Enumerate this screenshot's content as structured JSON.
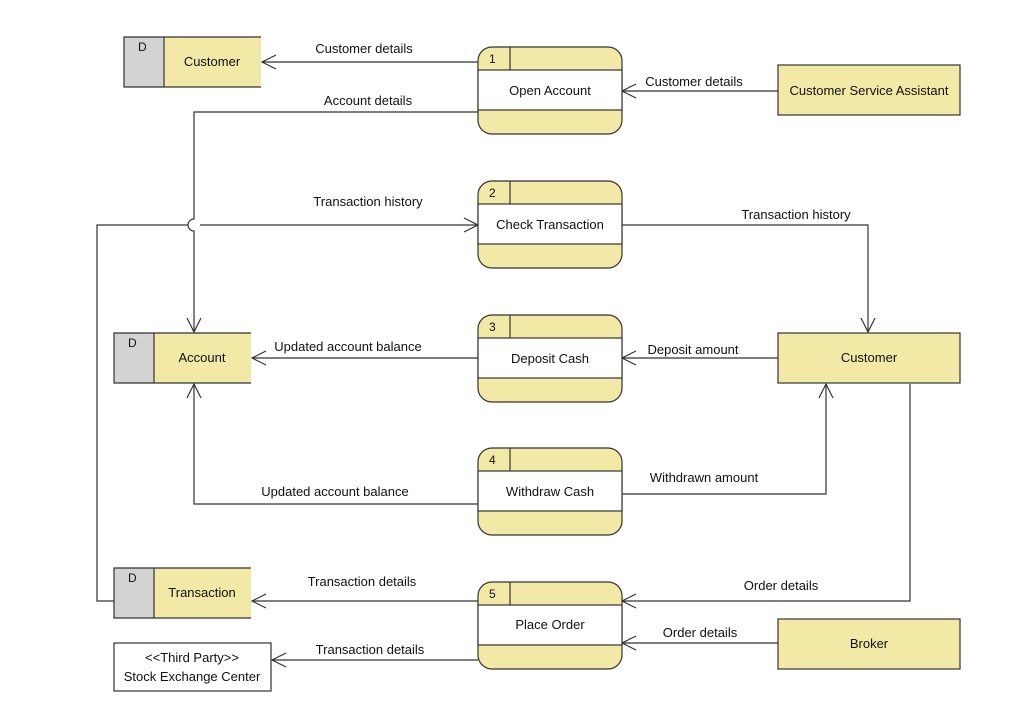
{
  "colors": {
    "fill": "#f3e9a6",
    "stroke": "#333333",
    "store_id_fill": "#d3d3d3",
    "background": "#ffffff"
  },
  "processes": [
    {
      "num": "1",
      "label": "Open Account"
    },
    {
      "num": "2",
      "label": "Check Transaction"
    },
    {
      "num": "3",
      "label": "Deposit Cash"
    },
    {
      "num": "4",
      "label": "Withdraw Cash"
    },
    {
      "num": "5",
      "label": "Place Order"
    }
  ],
  "stores": [
    {
      "id": "D",
      "label": "Customer"
    },
    {
      "id": "D",
      "label": "Account"
    },
    {
      "id": "D",
      "label": "Transaction"
    }
  ],
  "entities": [
    {
      "label": "Customer Service Assistant"
    },
    {
      "label": "Customer"
    },
    {
      "label": "Broker"
    },
    {
      "label_line1": "<<Third Party>>",
      "label_line2": "Stock Exchange Center"
    }
  ],
  "flows": [
    {
      "label": "Customer details"
    },
    {
      "label": "Customer details"
    },
    {
      "label": "Account details"
    },
    {
      "label": "Transaction history"
    },
    {
      "label": "Transaction history"
    },
    {
      "label": "Updated account balance"
    },
    {
      "label": "Deposit amount"
    },
    {
      "label": "Updated account balance"
    },
    {
      "label": "Withdrawn amount"
    },
    {
      "label": "Transaction details"
    },
    {
      "label": "Order details"
    },
    {
      "label": "Order details"
    },
    {
      "label": "Transaction details"
    }
  ]
}
